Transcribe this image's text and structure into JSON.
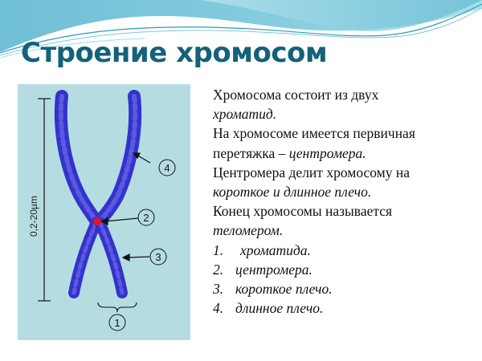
{
  "slide": {
    "title": "Строение хромосом",
    "colors": {
      "title": "#13617a",
      "panel_bg": "#b5dde1",
      "chromosome": "#3333cc",
      "centromere": "#e8102a",
      "wave_dark": "#6fbfd6",
      "wave_light": "#a9e0ea"
    }
  },
  "diagram": {
    "scale_label": "0,2-20µm",
    "labels": [
      "1",
      "2",
      "3",
      "4"
    ]
  },
  "text": {
    "p1_plain": "Хромосома состоит из двух",
    "p1_italic": "хроматид.",
    "p2_plain": "На хромосоме имеется первичная",
    "p2_plain2": "перетяжка – ",
    "p2_italic": "центромера.",
    "p3_plain": "Центромера делит хромосому на",
    "p3_italic": "короткое и длинное плечо.",
    "p4_plain": "Конец хромосомы называется",
    "p4_italic": "теломером."
  },
  "legend": [
    {
      "num": "1.",
      "label": "хроматида."
    },
    {
      "num": "2.",
      "label": "центромера."
    },
    {
      "num": "3.",
      "label": "короткое плечо."
    },
    {
      "num": "4.",
      "label": "длинное плечо."
    }
  ]
}
